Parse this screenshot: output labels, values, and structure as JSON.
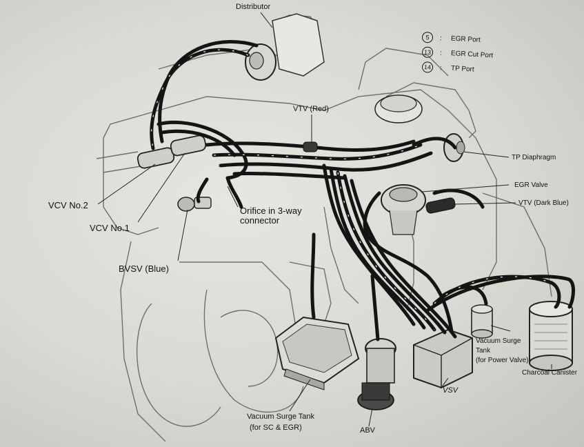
{
  "legend": [
    {
      "num": "5",
      "text": "EGR Port"
    },
    {
      "num": "13",
      "text": "EGR Cut Port"
    },
    {
      "num": "14",
      "text": "TP Port"
    }
  ],
  "legend_separator": ":",
  "labels": {
    "distributor": "Distributor",
    "vtv_red": "VTV (Red)",
    "tp_diaphragm": "TP Diaphragm",
    "egr_valve": "EGR Valve",
    "vtv_dark_blue": "VTV (Dark Blue)",
    "vcv_no2": "VCV No.2",
    "vcv_no1": "VCV No.1",
    "orifice_line1": "Orifice in 3-way",
    "orifice_line2": "connector",
    "bvsv": "BVSV (Blue)",
    "surge_power_line1": "Vacuum Surge",
    "surge_power_line2": "Tank",
    "surge_power_line3": "(for Power Valve)",
    "charcoal_canister": "Charcoal Canister",
    "vsv": "VSV",
    "surge_sc_line1": "Vacuum Surge Tank",
    "surge_sc_line2": "(for SC & EGR)",
    "abv": "ABV"
  }
}
